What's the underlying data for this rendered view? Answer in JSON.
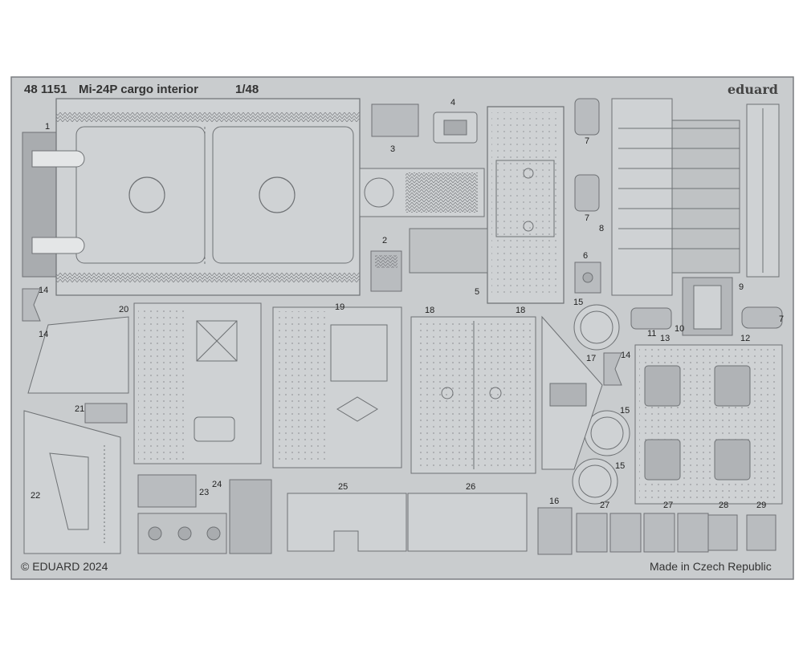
{
  "sheet": {
    "title_code": "48 1151",
    "title_name": "Mi-24P cargo interior",
    "title_scale": "1/48",
    "brand": "eduard",
    "copyright": "© EDUARD 2024",
    "origin": "Made in Czech Republic"
  },
  "colors": {
    "metal": "#c9ccce",
    "frame": "#b4b7ba",
    "edge": "#6e7174",
    "hole": "#8a8d90",
    "paper": "#ffffff"
  },
  "part_numbers": [
    "1",
    "2",
    "3",
    "4",
    "5",
    "6",
    "7",
    "7",
    "7",
    "8",
    "9",
    "10",
    "11",
    "12",
    "13",
    "14",
    "14",
    "14",
    "15",
    "15",
    "15",
    "16",
    "17",
    "18",
    "18",
    "19",
    "20",
    "21",
    "22",
    "23",
    "24",
    "25",
    "26",
    "27",
    "27",
    "28",
    "29"
  ]
}
